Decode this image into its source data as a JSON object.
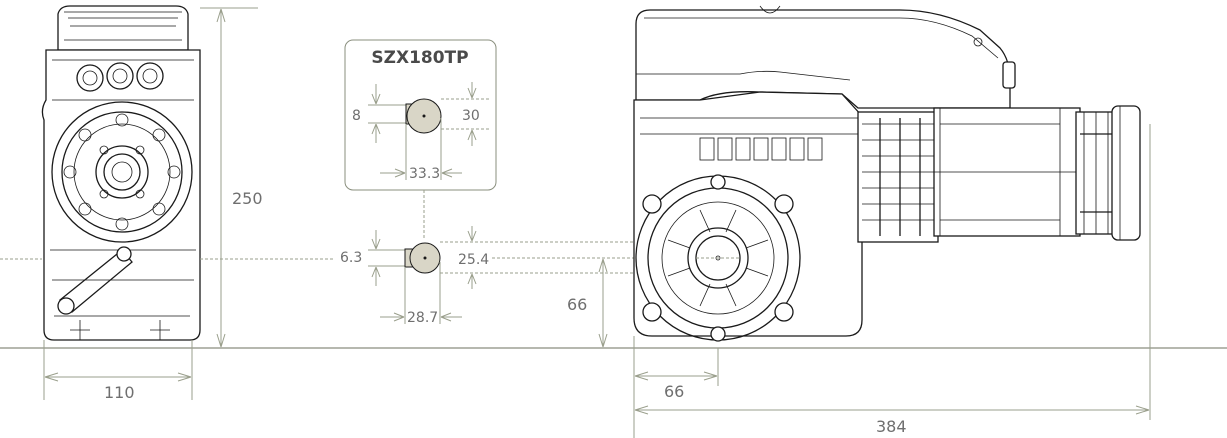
{
  "model_label": "SZX180TP",
  "front_view": {
    "height_label": "250",
    "width_label": "110"
  },
  "shaft_top": {
    "key_label": "8",
    "height_label": "30",
    "diameter_label": "33.3"
  },
  "shaft_bottom": {
    "key_label": "6.3",
    "height_label": "25.4",
    "diameter_label": "28.7"
  },
  "side_view": {
    "axis_height_label": "66",
    "axis_offset_label": "66",
    "length_label": "384"
  },
  "colors": {
    "dimension_line": "#9a9f8c",
    "shaft_fill": "#d9d6c7",
    "outline": "#1a1a1a"
  }
}
